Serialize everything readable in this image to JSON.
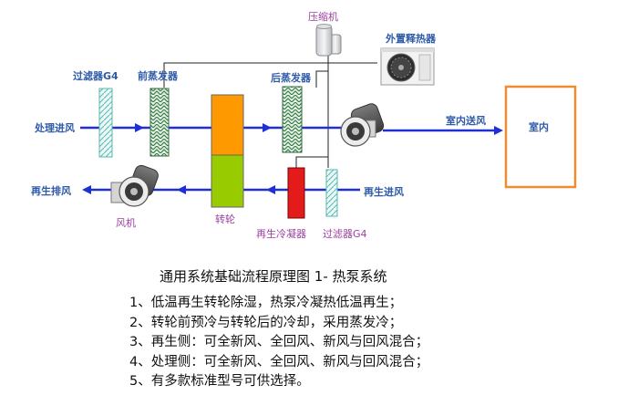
{
  "labels": {
    "filter_g4_top": "过滤器G4",
    "pre_evaporator": "前蒸发器",
    "post_evaporator": "后蒸发器",
    "compressor": "压缩机",
    "external_heat_rejector": "外置释热器",
    "process_inlet": "处理进风",
    "indoor_supply": "室内送风",
    "indoor": "室内",
    "regen_exhaust": "再生排风",
    "regen_inlet": "再生进风",
    "fan": "风机",
    "rotor": "转轮",
    "regen_condenser": "再生冷凝器",
    "filter_g4_bottom": "过滤器G4"
  },
  "caption": "通用系统基础流程原理图 1- 热泵系统",
  "notes": [
    "1、低温再生转轮除湿，热泵冷凝热低温再生；",
    "2、转轮前预冷与转轮后的冷却，采用蒸发冷；",
    "3、再生侧：可全新风、全回风、新风与回风混合；",
    "4、处理侧：可全新风、全回风、新风与回风混合；",
    "5、有多款标准型号可供选择。"
  ],
  "colors": {
    "airflow": "#1f2fd6",
    "rotor_top": "#ff9900",
    "rotor_bottom": "#99cc00",
    "condenser": "#e31b1b",
    "indoor_box": "#f08c30",
    "label_blue": "#2e5aa8",
    "label_purple": "#9b3fa0"
  }
}
